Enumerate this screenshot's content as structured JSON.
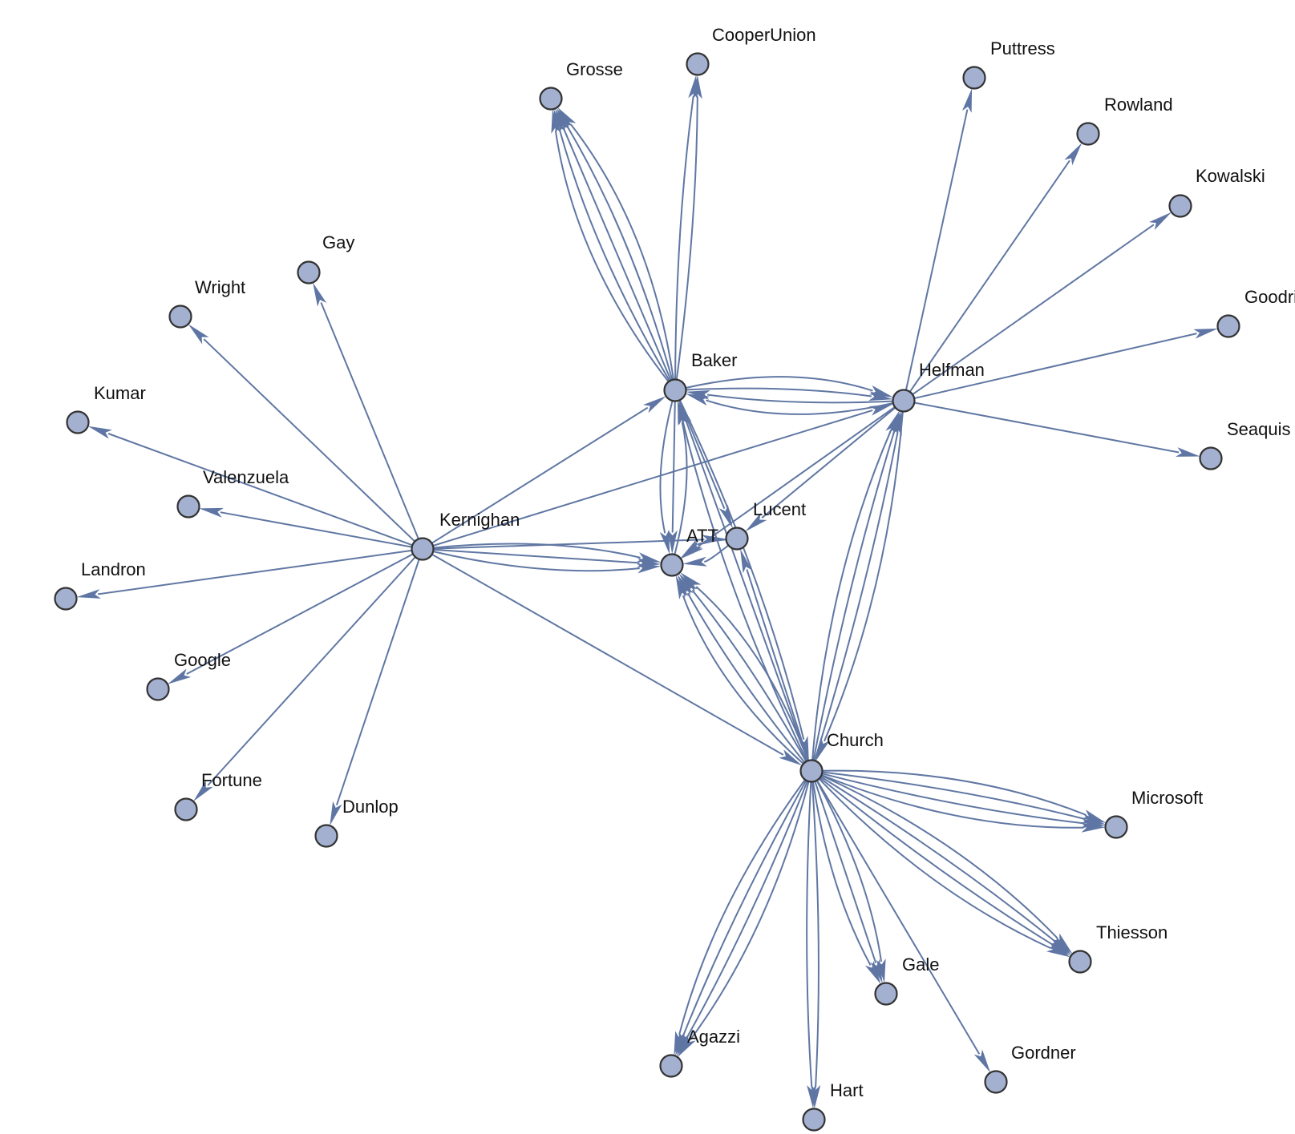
{
  "graph": {
    "type": "directed multigraph",
    "colors": {
      "edge": "#6077a3",
      "arrowhead": "#5f76a5",
      "vertex_fill": "#a3b0cf",
      "vertex_stroke": "#333333",
      "label": "#111111"
    },
    "nodes": [
      {
        "id": "Kernighan",
        "label": "Kernighan"
      },
      {
        "id": "Baker",
        "label": "Baker"
      },
      {
        "id": "Helfman",
        "label": "Helfman"
      },
      {
        "id": "Church",
        "label": "Church"
      },
      {
        "id": "ATT",
        "label": "ATT"
      },
      {
        "id": "Lucent",
        "label": "Lucent"
      },
      {
        "id": "Grosse",
        "label": "Grosse"
      },
      {
        "id": "CooperUnion",
        "label": "CooperUnion"
      },
      {
        "id": "Puttress",
        "label": "Puttress"
      },
      {
        "id": "Rowland",
        "label": "Rowland"
      },
      {
        "id": "Kowalski",
        "label": "Kowalski"
      },
      {
        "id": "Goodrich",
        "label": "Goodri"
      },
      {
        "id": "Seaquist",
        "label": "Seaquis"
      },
      {
        "id": "Gay",
        "label": "Gay"
      },
      {
        "id": "Wright",
        "label": "Wright"
      },
      {
        "id": "Kumar",
        "label": "Kumar"
      },
      {
        "id": "Valenzuela",
        "label": "Valenzuela"
      },
      {
        "id": "Landron",
        "label": "Landron"
      },
      {
        "id": "Google",
        "label": "Google"
      },
      {
        "id": "Fortune",
        "label": "Fortune"
      },
      {
        "id": "Dunlop",
        "label": "Dunlop"
      },
      {
        "id": "Microsoft",
        "label": "Microsoft"
      },
      {
        "id": "Thiesson",
        "label": "Thiesson"
      },
      {
        "id": "Gale",
        "label": "Gale"
      },
      {
        "id": "Gordner",
        "label": "Gordner"
      },
      {
        "id": "Hart",
        "label": "Hart"
      },
      {
        "id": "Agazzi",
        "label": "Agazzi"
      }
    ],
    "edges": [
      {
        "from": "Kernighan",
        "to": "Gay",
        "count": 1
      },
      {
        "from": "Kernighan",
        "to": "Wright",
        "count": 1
      },
      {
        "from": "Kernighan",
        "to": "Kumar",
        "count": 1
      },
      {
        "from": "Kernighan",
        "to": "Valenzuela",
        "count": 1
      },
      {
        "from": "Kernighan",
        "to": "Landron",
        "count": 1
      },
      {
        "from": "Kernighan",
        "to": "Google",
        "count": 1
      },
      {
        "from": "Kernighan",
        "to": "Fortune",
        "count": 1
      },
      {
        "from": "Kernighan",
        "to": "Dunlop",
        "count": 1
      },
      {
        "from": "Kernighan",
        "to": "Baker",
        "count": 1
      },
      {
        "from": "Kernighan",
        "to": "Helfman",
        "count": 1
      },
      {
        "from": "Kernighan",
        "to": "ATT",
        "count": 3
      },
      {
        "from": "Kernighan",
        "to": "Lucent",
        "count": 1
      },
      {
        "from": "Kernighan",
        "to": "Church",
        "count": 1
      },
      {
        "from": "Baker",
        "to": "Grosse",
        "count": 5
      },
      {
        "from": "Baker",
        "to": "CooperUnion",
        "count": 2
      },
      {
        "from": "Baker",
        "to": "Helfman",
        "count": 2
      },
      {
        "from": "Helfman",
        "to": "Baker",
        "count": 2
      },
      {
        "from": "Baker",
        "to": "ATT",
        "count": 2
      },
      {
        "from": "ATT",
        "to": "Baker",
        "count": 1
      },
      {
        "from": "Baker",
        "to": "Lucent",
        "count": 1
      },
      {
        "from": "Baker",
        "to": "Church",
        "count": 1
      },
      {
        "from": "Church",
        "to": "Baker",
        "count": 2
      },
      {
        "from": "Helfman",
        "to": "Puttress",
        "count": 1
      },
      {
        "from": "Helfman",
        "to": "Rowland",
        "count": 1
      },
      {
        "from": "Helfman",
        "to": "Kowalski",
        "count": 1
      },
      {
        "from": "Helfman",
        "to": "Goodrich",
        "count": 1
      },
      {
        "from": "Helfman",
        "to": "Seaquist",
        "count": 1
      },
      {
        "from": "Helfman",
        "to": "ATT",
        "count": 1
      },
      {
        "from": "Helfman",
        "to": "Lucent",
        "count": 1
      },
      {
        "from": "Church",
        "to": "Helfman",
        "count": 3
      },
      {
        "from": "Helfman",
        "to": "Church",
        "count": 1
      },
      {
        "from": "Church",
        "to": "ATT",
        "count": 4
      },
      {
        "from": "Church",
        "to": "Lucent",
        "count": 1
      },
      {
        "from": "Lucent",
        "to": "ATT",
        "count": 2
      },
      {
        "from": "Church",
        "to": "Microsoft",
        "count": 4
      },
      {
        "from": "Church",
        "to": "Thiesson",
        "count": 4
      },
      {
        "from": "Church",
        "to": "Gale",
        "count": 3
      },
      {
        "from": "Church",
        "to": "Gordner",
        "count": 1
      },
      {
        "from": "Church",
        "to": "Hart",
        "count": 2
      },
      {
        "from": "Church",
        "to": "Agazzi",
        "count": 4
      }
    ]
  }
}
